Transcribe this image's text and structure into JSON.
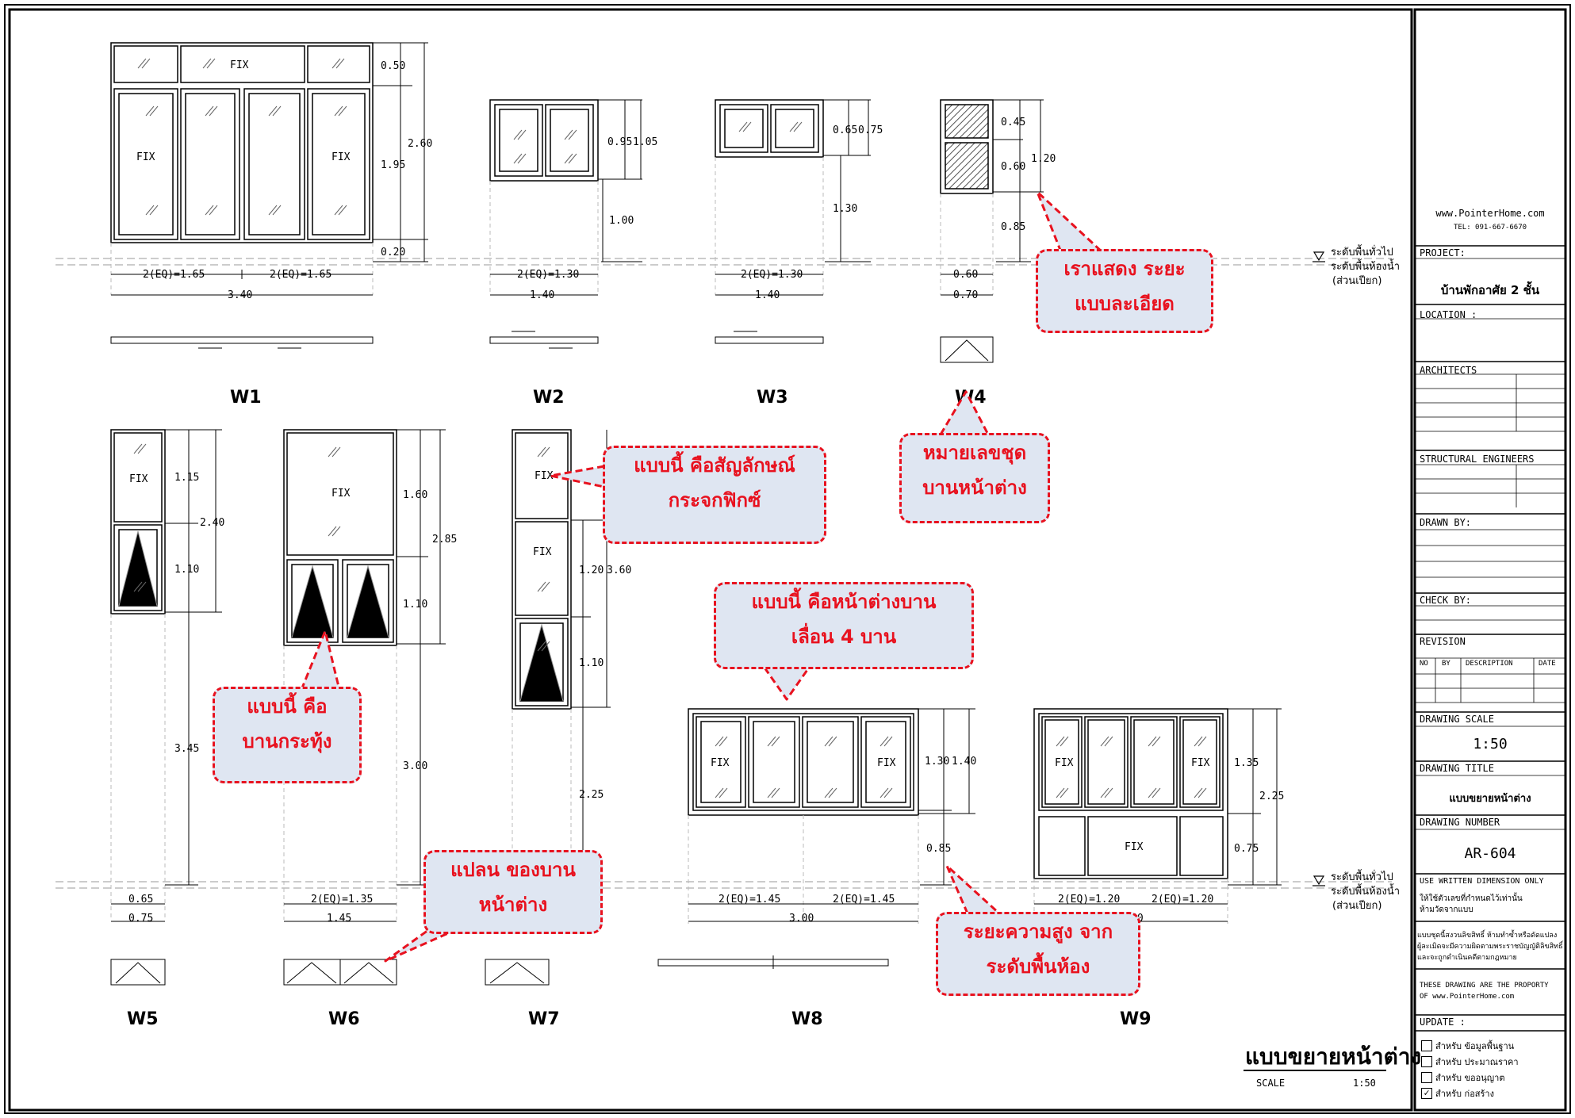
{
  "title_block": {
    "website": "www.PointerHome.com",
    "tel": "TEL: 091-667-6670",
    "project_label": "PROJECT:",
    "project_name": "บ้านพักอาศัย 2 ชั้น",
    "location_label": "LOCATION :",
    "architects_label": "ARCHITECTS",
    "structural_label": "STRUCTURAL ENGINEERS",
    "drawn_label": "DRAWN BY:",
    "check_label": "CHECK BY:",
    "revision_label": "REVISION",
    "revision_columns": [
      "NO",
      "BY",
      "DESCRIPTION",
      "DATE"
    ],
    "scale_label": "DRAWING SCALE",
    "scale_value": "1:50",
    "title_label": "DRAWING TITLE",
    "title_value": "แบบขยายหน้าต่าง",
    "number_label": "DRAWING NUMBER",
    "number_value": "AR-604",
    "note1": "USE WRITTEN DIMENSION ONLY",
    "note1_th_1": "ให้ใช้ตัวเลขที่กำหนดไว้เท่านั้น",
    "note1_th_2": "ห้ามวัดจากแบบ",
    "note2_th_1": "แบบชุดนี้สงวนลิขสิทธิ์ ห้ามทำซ้ำหรือดัดแปลง",
    "note2_th_2": "ผู้ละเมิดจะมีความผิดตามพระราชบัญญัติลิขสิทธิ์",
    "note2_th_3": "และจะถูกดำเนินคดีตามกฎหมาย",
    "note3_1": "THESE DRAWING ARE THE PROPORTY",
    "note3_2": "OF www.PointerHome.com",
    "update_label": "UPDATE :",
    "update_items": [
      {
        "label": "สำหรับ ข้อมูลพื้นฐาน",
        "checked": false
      },
      {
        "label": "สำหรับ ประมาณราคา",
        "checked": false
      },
      {
        "label": "สำหรับ ขออนุญาต",
        "checked": false
      },
      {
        "label": "สำหรับ ก่อสร้าง",
        "checked": true
      }
    ]
  },
  "drawing": {
    "sheet_title": "แบบขยายหน้าต่าง",
    "scale_word": "SCALE",
    "scale_value": "1:50",
    "floor_label_1": "ระดับพื้นทั่วไป",
    "floor_label_2": "ระดับพื้นห้องน้ำ",
    "floor_label_3": "(ส่วนเปียก)",
    "fix": "FIX",
    "windows": [
      {
        "tag": "W1",
        "dims": [
          "0.50",
          "1.95",
          "2.60",
          "0.20",
          "2(EQ)=1.65",
          "2(EQ)=1.65",
          "3.40"
        ]
      },
      {
        "tag": "W2",
        "dims": [
          "0.95",
          "1.05",
          "1.00",
          "2(EQ)=1.30",
          "1.40"
        ]
      },
      {
        "tag": "W3",
        "dims": [
          "0.65",
          "0.75",
          "1.30",
          "2(EQ)=1.30",
          "1.40"
        ]
      },
      {
        "tag": "W4",
        "dims": [
          "0.45",
          "0.60",
          "1.20",
          "0.85",
          "0.60",
          "0.70"
        ]
      },
      {
        "tag": "W5",
        "dims": [
          "1.15",
          "2.40",
          "1.10",
          "3.45",
          "0.65",
          "0.75"
        ]
      },
      {
        "tag": "W6",
        "dims": [
          "1.60",
          "2.85",
          "1.10",
          "3.00",
          "2(EQ)=1.35",
          "1.45"
        ]
      },
      {
        "tag": "W7",
        "dims": [
          "1.20",
          "3.60",
          "1.10",
          "2.25"
        ]
      },
      {
        "tag": "W8",
        "dims": [
          "1.30",
          "1.40",
          "0.85",
          "2(EQ)=1.45",
          "2(EQ)=1.45",
          "3.00"
        ]
      },
      {
        "tag": "W9",
        "dims": [
          "1.35",
          "2.25",
          "0.75",
          "2(EQ)=1.20",
          "2(EQ)=1.20",
          "60"
        ]
      }
    ]
  },
  "callouts": {
    "c1_1": "เราแสดง ระยะ",
    "c1_2": "แบบละเอียด",
    "c2_1": "หมายเลขชุด",
    "c2_2": "บานหน้าต่าง",
    "c3_1": "แบบนี้ คือสัญลักษณ์",
    "c3_2": "กระจกฟิกซ์",
    "c4_1": "แบบนี้ คือหน้าต่างบาน",
    "c4_2": "เลื่อน 4 บาน",
    "c5_1": "แบบนี้ คือ",
    "c5_2": "บานกระทุ้ง",
    "c6_1": "แปลน ของบาน",
    "c6_2": "หน้าต่าง",
    "c7_1": "ระยะความสูง จาก",
    "c7_2": "ระดับพื้นห้อง"
  },
  "colors": {
    "accent": "#e8121f",
    "callout_fill": "#dfe6f2",
    "line": "#000000"
  }
}
